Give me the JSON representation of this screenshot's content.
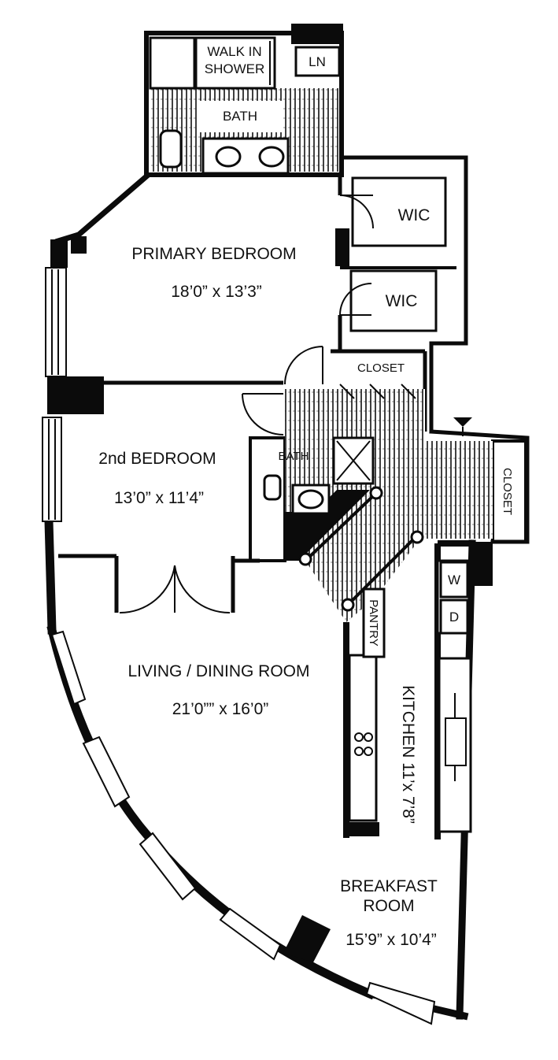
{
  "rooms": {
    "walk_in_shower": {
      "line1": "WALK IN",
      "line2": "SHOWER"
    },
    "linen": "LN",
    "primary_bath": "BATH",
    "wic_upper": "WIC",
    "wic_lower": "WIC",
    "primary_bedroom": {
      "name": "PRIMARY BEDROOM",
      "dims": "18’0” x 13’3”"
    },
    "hall_closet": "CLOSET",
    "second_bedroom": {
      "name": "2nd BEDROOM",
      "dims": "13’0” x 11’4”"
    },
    "second_bath": "BATH",
    "entry_closet": "CLOSET",
    "living_dining": {
      "name": "LIVING / DINING ROOM",
      "dims": "21’0”” x 16’0”"
    },
    "pantry": "PANTRY",
    "washer": "W",
    "dryer": "D",
    "kitchen": "KITCHEN  11’x  7’8”",
    "breakfast": {
      "line1": "BREAKFAST",
      "line2": "ROOM",
      "dims": "15’9” x 10’4”"
    }
  },
  "colors": {
    "wall": "#0b0b0b",
    "background": "#ffffff",
    "text": "#111111"
  },
  "icons": [
    "entry-arrow-icon",
    "door-swing-icon",
    "sink-icon",
    "toilet-icon",
    "stove-icon",
    "window-icon"
  ]
}
